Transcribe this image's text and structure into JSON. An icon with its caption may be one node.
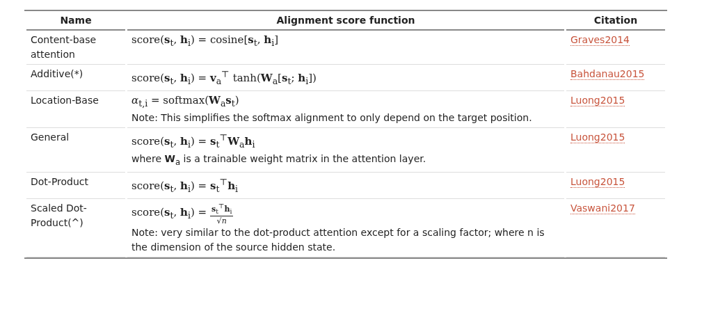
{
  "diagram": {
    "labels": [
      "Name",
      "Alignment score function",
      "Citation",
      "Content-base attention",
      "score(**s**$_{t}$, **h**$_{i}$) = cosine[**s**$_{t}$, **h**$_{i}$]",
      "Graves2014",
      "Additive(*)",
      "score(**s**$_{t}$, **h**$_{i}$) = **v**$_{a}$$^{⊤}$ tanh(**W**$_{a}$[**s**$_{t}$; **h**$_{i}$])",
      "Bahdanau2015",
      "Location-Base",
      "*α*$_{t,i}$ = softmax(**W**$_{a}$**s**$_{t}$)",
      "Note: This simplifies the softmax alignment to only depend on the target position.",
      "Luong2015",
      "General",
      "score(**s**$_{t}$, **h**$_{i}$) = **s**$_{t}$$^{⊤}$**W**$_{a}$**h**$_{i}$",
      "where **W**$_{a}$ is a trainable weight matrix in the attention layer.",
      "Luong2015",
      "Dot-Product",
      "score(**s**$_{t}$, **h**$_{i}$) = **s**$_{t}$$^{⊤}$**h**$_{i}$",
      "Luong2015",
      "Scaled Dot-Product(^)",
      "score(**s**$_{t}$, **h**$_{i}$) =",
      "**s**$_{t}$$^{⊤}$**h**$_{i}$",
      "√*n*",
      "Note: very similar to the dot-product attention except for a scaling factor; where n is the dimension of the source hidden state.",
      "Vaswani2017"
    ]
  }
}
